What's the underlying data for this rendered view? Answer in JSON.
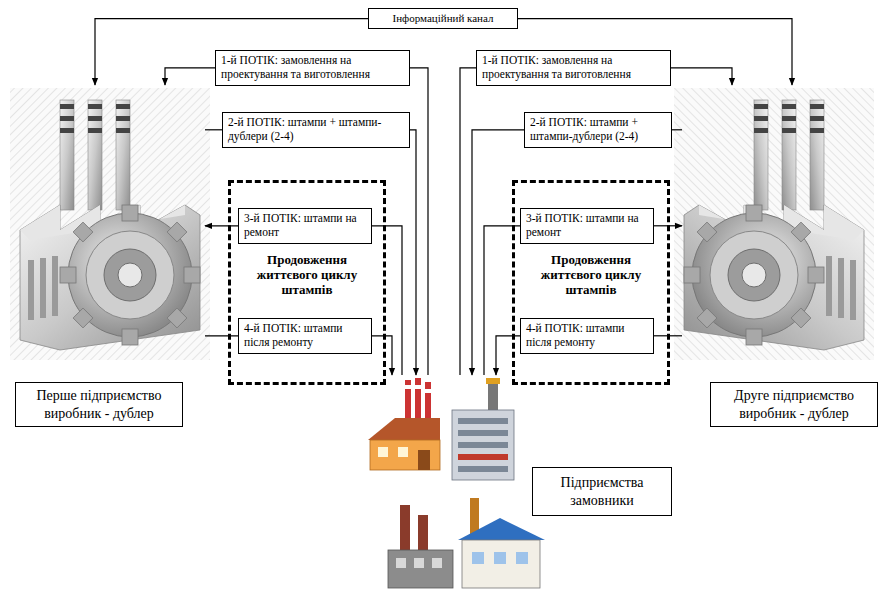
{
  "diagram": {
    "nodes": [
      {
        "text": [
          "Інформаційний канал"
        ]
      },
      {
        "text": [
          "1-й ПОТІК: замовлення на проектування та виготовлення"
        ]
      },
      {
        "text": [
          "2-й ПОТІК: штампи + штампи-дублери (2-4)"
        ]
      },
      {
        "text": [
          "Продовження життєвого циклу штампів"
        ]
      },
      {
        "text": [
          "3-й ПОТІК: штампи на ремонт"
        ],
        "in": 3
      },
      {
        "text": [
          "4-й ПОТІК: штампи після ремонту"
        ],
        "in": 3
      },
      {
        "text": [
          "1-й ПОТІК: замовлення на проектування та виготовлення"
        ]
      },
      {
        "text": [
          "2-й ПОТІК: штампи + штампи-дублери (2-4)"
        ]
      },
      {
        "text": [
          "Продовження життєвого циклу штампів"
        ]
      },
      {
        "text": [
          "3-й ПОТІК: штампи на ремонт"
        ],
        "in": 8
      },
      {
        "text": [
          "4-й ПОТІК: штампи після ремонту"
        ],
        "in": 8
      },
      {
        "text": [
          "Перше підприємство виробник - дублер"
        ]
      },
      {
        "text": [
          "Друге підприємство виробник - дублер"
        ]
      },
      {
        "text": [
          "Підприємства замовники"
        ]
      }
    ],
    "edges": [
      {
        "from": 0,
        "to": 11,
        "arrow": "to"
      },
      {
        "from": 0,
        "to": 12,
        "arrow": "to"
      },
      {
        "from": 13,
        "to": 1,
        "arrow": "none"
      },
      {
        "from": 1,
        "to": 11,
        "arrow": "to"
      },
      {
        "from": 11,
        "to": 2,
        "arrow": "none"
      },
      {
        "from": 2,
        "to": 13,
        "arrow": "to"
      },
      {
        "from": 13,
        "to": 4,
        "arrow": "none"
      },
      {
        "from": 4,
        "to": 11,
        "arrow": "to"
      },
      {
        "from": 11,
        "to": 5,
        "arrow": "none"
      },
      {
        "from": 5,
        "to": 13,
        "arrow": "to"
      },
      {
        "from": 13,
        "to": 6,
        "arrow": "none"
      },
      {
        "from": 6,
        "to": 12,
        "arrow": "to"
      },
      {
        "from": 12,
        "to": 7,
        "arrow": "none"
      },
      {
        "from": 7,
        "to": 13,
        "arrow": "to"
      },
      {
        "from": 13,
        "to": 9,
        "arrow": "none"
      },
      {
        "from": 9,
        "to": 12,
        "arrow": "to"
      },
      {
        "from": 12,
        "to": 10,
        "arrow": "none"
      },
      {
        "from": 10,
        "to": 13,
        "arrow": "to"
      }
    ]
  }
}
